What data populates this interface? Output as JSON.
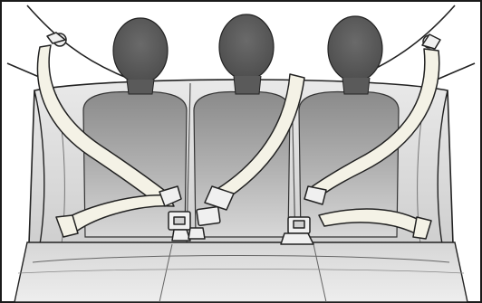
{
  "figure": {
    "subject": "rear-seat-belts-three-occupants",
    "icons": [
      "occupant-silhouette",
      "seat-belt",
      "buckle",
      "latch-plate",
      "shoulder-anchor"
    ]
  },
  "colors": {
    "frame": "#1a1a1a",
    "background": "#ffffff",
    "line": "#222222",
    "belt_fill": "#f4f2e6",
    "seat_light": "#e6e6e6",
    "seat_mid": "#bdbdbd",
    "seat_dark": "#8c8c8c",
    "head": "#5e5e5e",
    "torso_top": "#9a9a9a",
    "torso_bottom": "#c9c9c9",
    "cushion": "#dcdcdc",
    "metal": "#f0f0f0"
  }
}
